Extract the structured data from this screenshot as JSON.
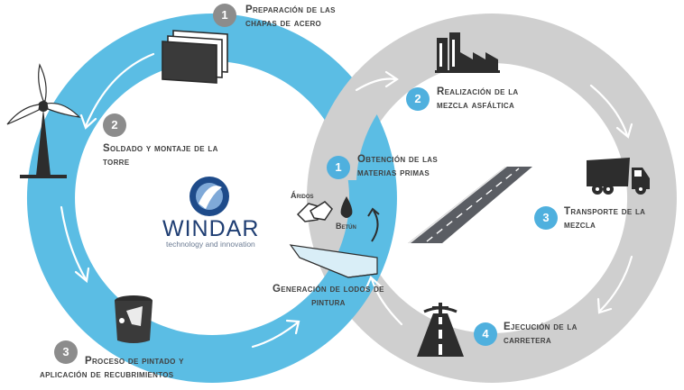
{
  "left_cycle": {
    "step1": {
      "number": "1",
      "line1": "Preparación de las",
      "line2": "chapas de acero"
    },
    "step2": {
      "number": "2",
      "line1": "Soldado y montaje de la",
      "line2": "torre"
    },
    "step3": {
      "number": "3",
      "line1": "Proceso de pintado y",
      "line2": "aplicación de recubrimientos"
    }
  },
  "right_cycle": {
    "step1": {
      "number": "1",
      "line1": "Obtención de las",
      "line2": "materias primas"
    },
    "step2": {
      "number": "2",
      "line1": "Realización de la",
      "line2": "mezcla asfáltica"
    },
    "step3": {
      "number": "3",
      "line1": "Transporte de la",
      "line2": "mezcla"
    },
    "step4": {
      "number": "4",
      "line1": "Ejecución de la",
      "line2": "carretera"
    }
  },
  "center": {
    "aridos": "Áridos",
    "betun": "Betún",
    "lodos_line1": "Generación de lodos de",
    "lodos_line2": "pintura"
  },
  "logo": {
    "name": "WINDAR",
    "tagline": "technology and innovation"
  },
  "colors": {
    "blue": "#5bbde4",
    "grey": "#cfcfcf",
    "dark": "#404040"
  }
}
